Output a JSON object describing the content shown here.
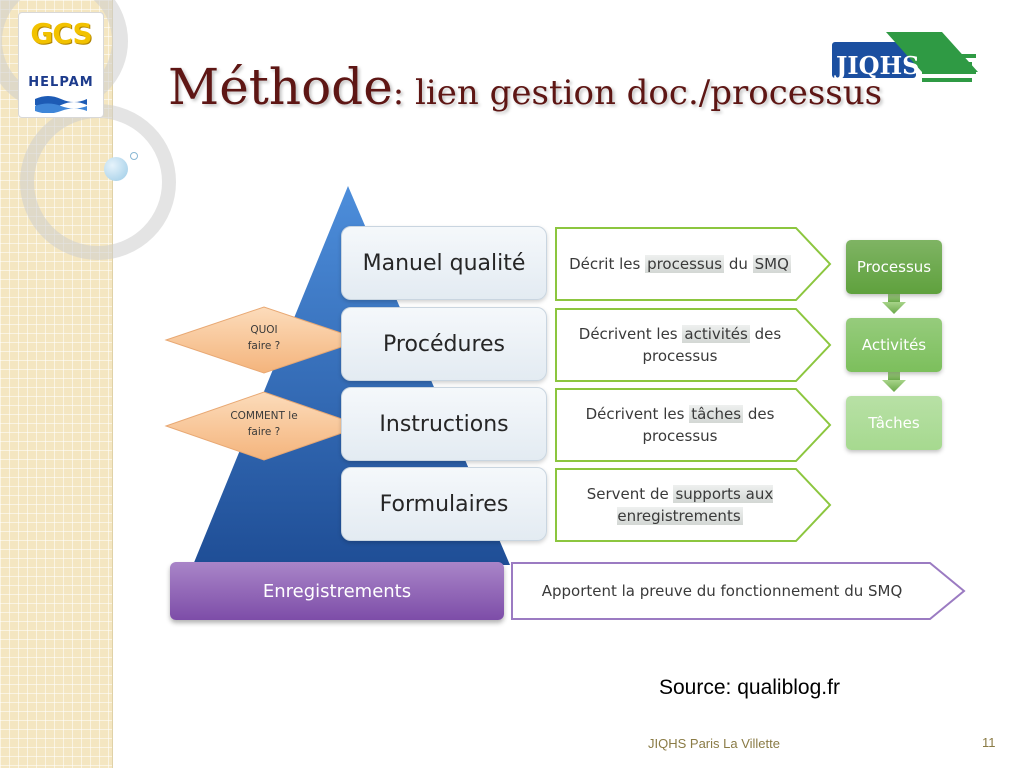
{
  "slide": {
    "title_main": "Méthode",
    "title_sub": ": lien gestion doc./processus",
    "logo_left_top": "GCS",
    "logo_left_bottom": "HELPAM",
    "logo_right": "JIQHS",
    "source": "Source: qualiblog.fr",
    "footer": "JIQHS Paris La Villette",
    "page_number": "11"
  },
  "diagram": {
    "levels": [
      {
        "label": "Manuel qualité",
        "desc": [
          {
            "t": "Décrit les "
          },
          {
            "t": "processus",
            "hl": true
          },
          {
            "t": " du "
          },
          {
            "t": "SMQ",
            "hl": true
          }
        ]
      },
      {
        "label": "Procédures",
        "desc": [
          {
            "t": "Décrivent les "
          },
          {
            "t": "activités",
            "hl": true
          },
          {
            "t": " des processus"
          }
        ]
      },
      {
        "label": "Instructions",
        "desc": [
          {
            "t": "Décrivent les "
          },
          {
            "t": "tâches",
            "hl": true
          },
          {
            "t": " des processus"
          }
        ]
      },
      {
        "label": "Formulaires",
        "desc": [
          {
            "t": "Servent de "
          },
          {
            "t": "supports aux enregistrements",
            "hl": true
          }
        ]
      }
    ],
    "side_questions": [
      {
        "line1": "QUOI",
        "line2": "faire ?"
      },
      {
        "line1": "COMMENT le",
        "line2": "faire ?"
      }
    ],
    "hierarchy": [
      {
        "label": "Processus",
        "color": "#5fa13d"
      },
      {
        "label": "Activités",
        "color": "#7cbf5c"
      },
      {
        "label": "Tâches",
        "color": "#a6d98f"
      }
    ],
    "records": {
      "label": "Enregistrements",
      "desc": "Apportent la preuve du fonctionnement  du SMQ"
    },
    "colors": {
      "pyramid_top": "#3f7fd0",
      "pyramid_bottom": "#1f4e96",
      "diamond": "#f8c99c",
      "chevron_stroke": "#8cc63f",
      "records_stroke": "#9b7bc2",
      "title": "#5e1614"
    }
  }
}
